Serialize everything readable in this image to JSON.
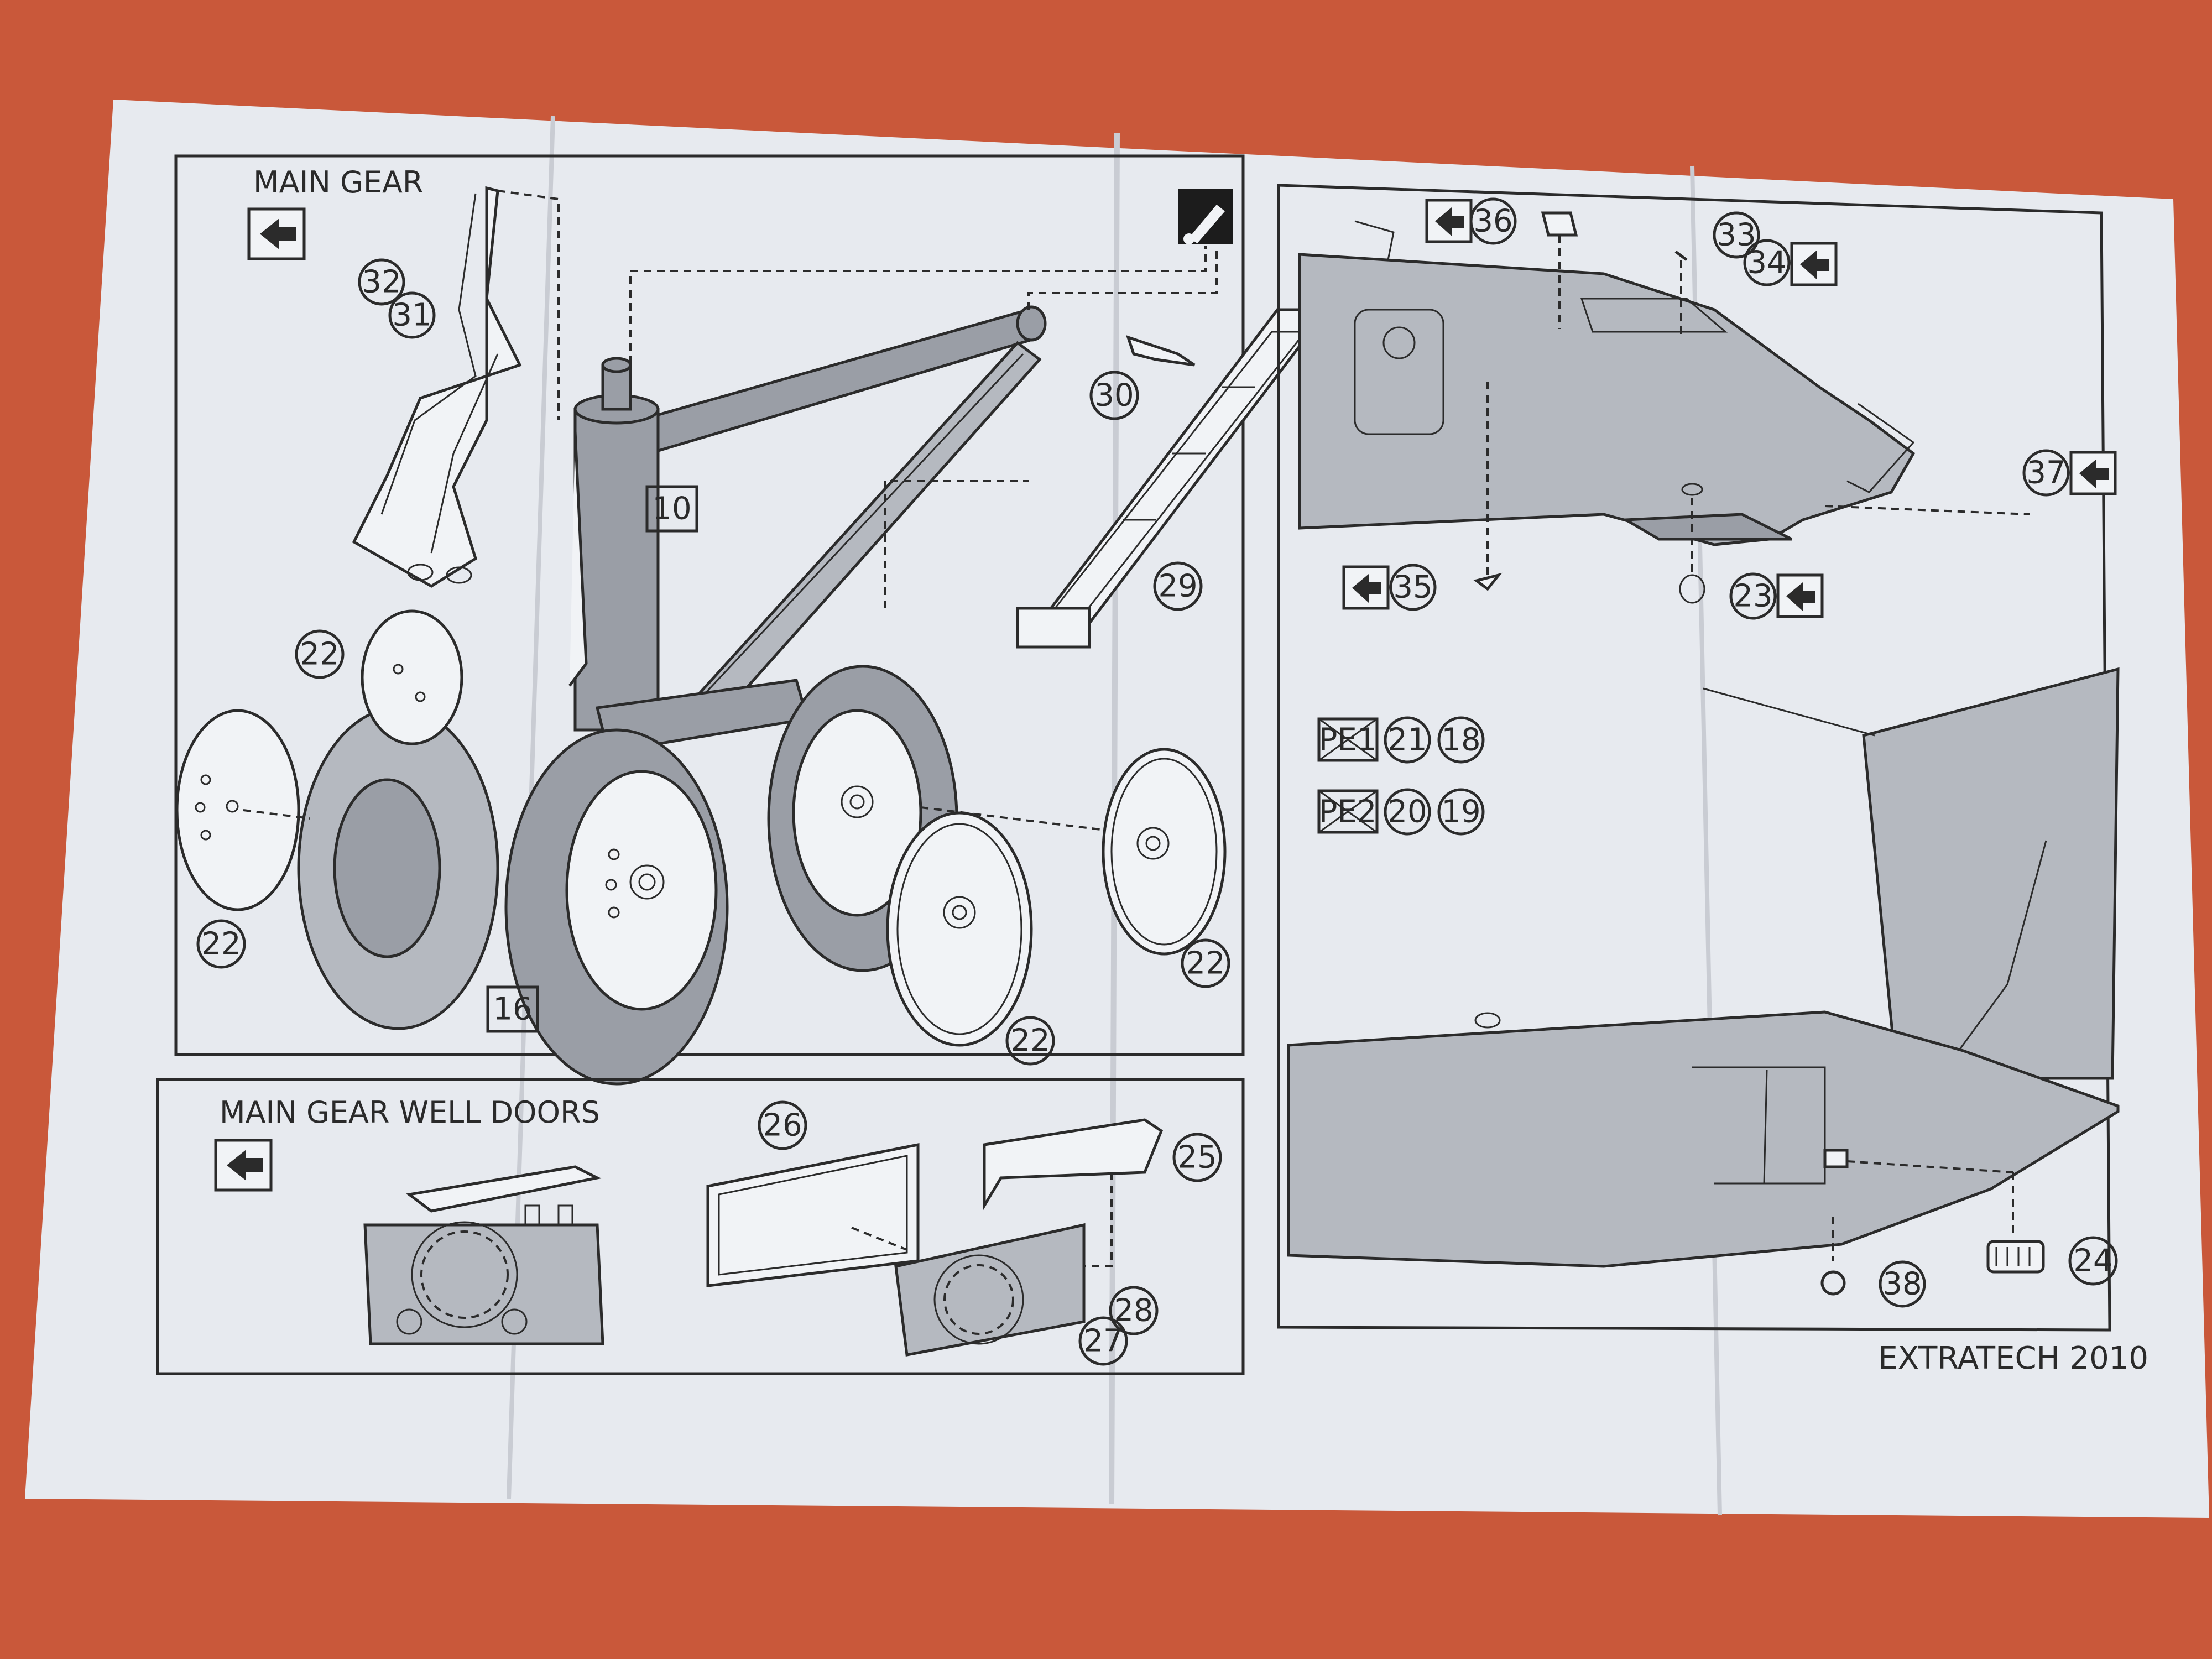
{
  "main_gear": {
    "title": "MAIN GEAR",
    "labels": {
      "p32": "32",
      "p31": "31",
      "p10": "10",
      "p30": "30",
      "p29": "29",
      "p22a": "22",
      "p22b": "22",
      "p22c": "22",
      "p22d": "22",
      "p16": "16"
    }
  },
  "well_doors": {
    "title": "MAIN GEAR WELL DOORS",
    "labels": {
      "p26": "26",
      "p25": "25",
      "p28": "28",
      "p27": "27"
    }
  },
  "fuselage": {
    "labels": {
      "p36": "36",
      "p33": "33",
      "p34": "34",
      "p37": "37",
      "p35": "35",
      "p23": "23",
      "pe1": "PE1",
      "p21": "21",
      "p18": "18",
      "pe2": "PE2",
      "p20": "20",
      "p19": "19",
      "p38": "38",
      "p24": "24"
    }
  },
  "footer": {
    "credit": "EXTRATECH 2010"
  },
  "colors": {
    "background": "#c9583a",
    "paper": "#e7eaef",
    "ink": "#2b2b2b",
    "tone": "#9a9ea6"
  }
}
